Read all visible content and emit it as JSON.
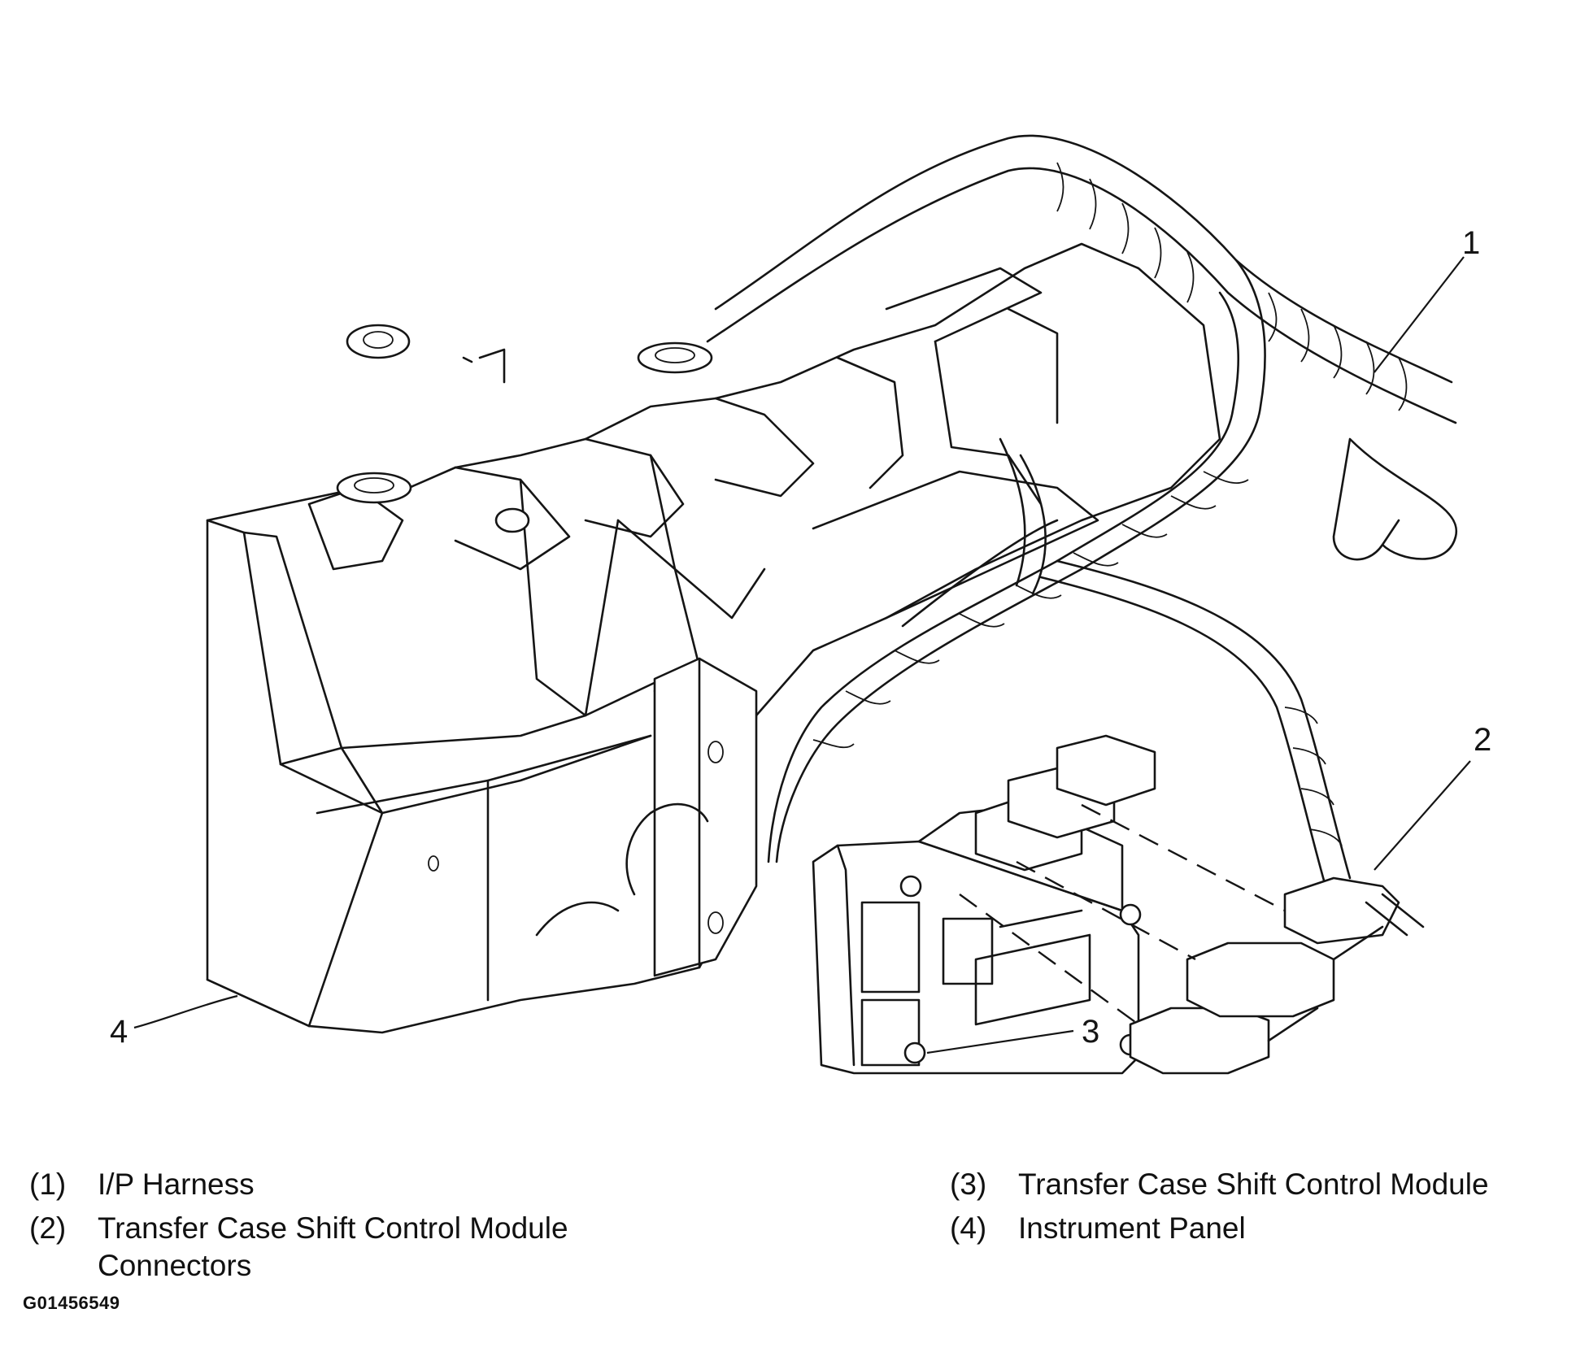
{
  "callouts": [
    "1",
    "2",
    "3",
    "4"
  ],
  "legend": [
    {
      "num": "(1)",
      "text": "I/P Harness"
    },
    {
      "num": "(2)",
      "text": "Transfer Case Shift Control Module Connectors"
    },
    {
      "num": "(3)",
      "text": "Transfer Case Shift Control Module"
    },
    {
      "num": "(4)",
      "text": "Instrument Panel"
    }
  ],
  "figure_id": "G01456549"
}
